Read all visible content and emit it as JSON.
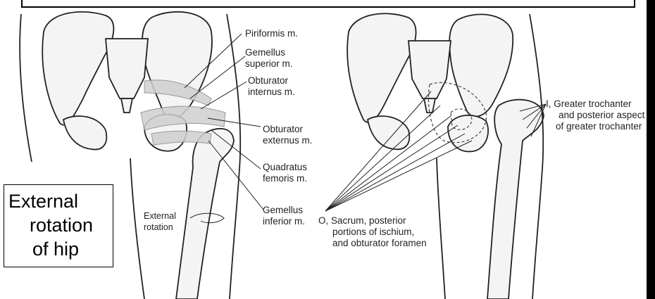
{
  "title": {
    "line1": "External",
    "line2": "rotation",
    "line3": "of hip"
  },
  "labels": {
    "piriformis": [
      "Piriformis m."
    ],
    "gemellus_superior": [
      "Gemellus",
      "superior m."
    ],
    "obturator_internus": [
      "Obturator",
      "internus m."
    ],
    "obturator_externus": [
      "Obturator",
      "externus m."
    ],
    "quadratus_femoris": [
      "Quadratus",
      "femoris m."
    ],
    "gemellus_inferior": [
      "Gemellus",
      "inferior m."
    ],
    "external_rotation": [
      "External",
      "rotation"
    ],
    "origin": [
      "O, Sacrum, posterior",
      "portions of ischium,",
      "and obturator foramen"
    ],
    "insertion": [
      "I, Greater trochanter",
      "and posterior aspect",
      "of greater trochanter"
    ]
  }
}
